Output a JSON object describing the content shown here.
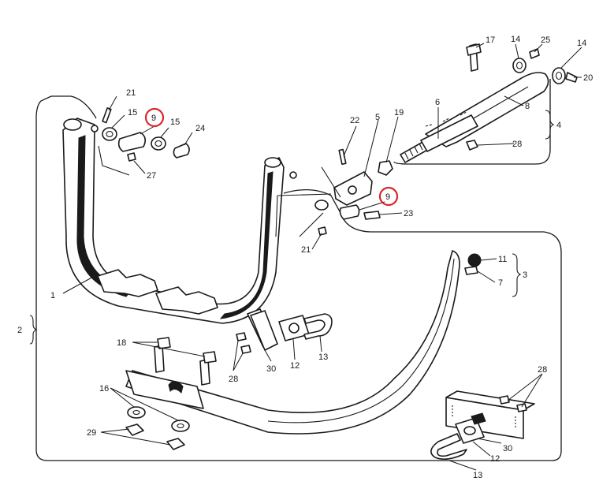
{
  "theme": {
    "ink": "#1a1a1a",
    "highlight": "#d9262c",
    "paper": "#ffffff"
  },
  "callouts": {
    "c1": "1",
    "c2": "2",
    "c3": "3",
    "c4": "4",
    "c5": "5",
    "c6": "6",
    "c7": "7",
    "c8": "8",
    "c9a": "9",
    "c9b": "9",
    "c11": "11",
    "c12a": "12",
    "c12b": "12",
    "c13a": "13",
    "c13b": "13",
    "c14a": "14",
    "c14b": "14",
    "c15a": "15",
    "c15b": "15",
    "c16": "16",
    "c17": "17",
    "c18": "18",
    "c19": "19",
    "c20": "20",
    "c21a": "21",
    "c21b": "21",
    "c22": "22",
    "c23": "23",
    "c24": "24",
    "c25": "25",
    "c27": "27",
    "c28a": "28",
    "c28b": "28",
    "c28c": "28",
    "c29": "29",
    "c30a": "30",
    "c30b": "30"
  },
  "highlighted_parts": [
    "9"
  ]
}
